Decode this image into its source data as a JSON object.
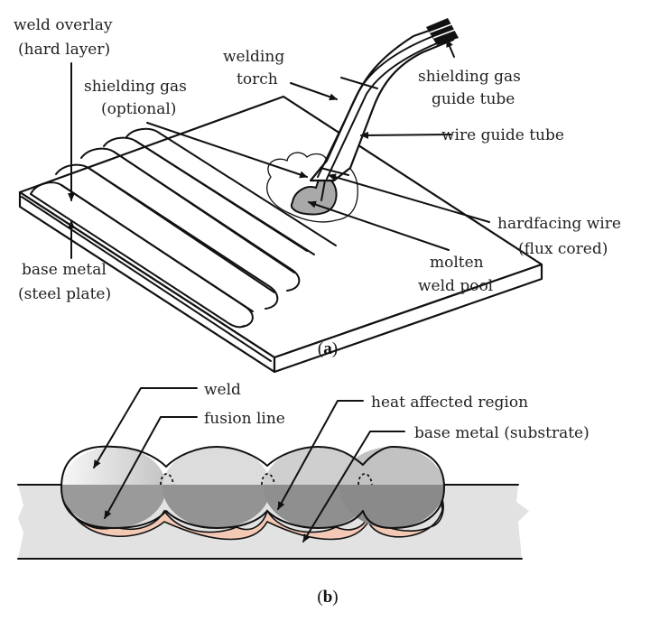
{
  "panel_a": {
    "caption": "a",
    "labels": {
      "weld_overlay": [
        "weld overlay",
        "(hard layer)"
      ],
      "welding_torch": [
        "welding",
        "torch"
      ],
      "shielding_gas": [
        "shielding gas",
        "(optional)"
      ],
      "shielding_gas_guide_tube": [
        "shielding gas",
        "guide tube"
      ],
      "wire_guide_tube": [
        "wire guide tube"
      ],
      "hardfacing_wire": [
        "hardfacing wire",
        "(flux cored)"
      ],
      "molten_weld_pool": [
        "molten",
        "weld pool"
      ],
      "base_metal": [
        "base metal",
        "(steel plate)"
      ]
    },
    "colors": {
      "weld_pool": "#a9a9a9",
      "line": "#111111"
    }
  },
  "panel_b": {
    "caption": "b",
    "labels": {
      "weld": "weld",
      "fusion_line": "fusion line",
      "heat_affected_region": "heat affected region",
      "base_metal": "base metal (substrate)"
    },
    "colors": {
      "substrate": "#e2e2e2",
      "weld_above": "#d2d2d2",
      "weld_below": "#8e8e8e",
      "haz": "#f3c9b6",
      "line": "#111111"
    }
  }
}
